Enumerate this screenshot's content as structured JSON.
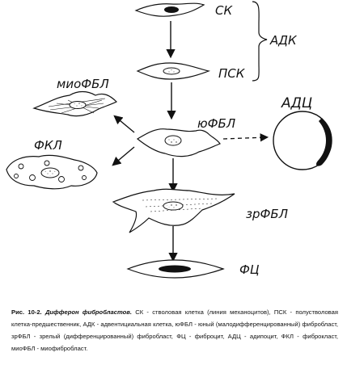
{
  "labels": {
    "sk": "СК",
    "psk": "ПСК",
    "adk": "АДК",
    "mioFBL": "миоФБЛ",
    "yuFBL": "юФБЛ",
    "adc": "АДЦ",
    "fkl": "ФКЛ",
    "zrFBL": "зрФБЛ",
    "fc": "ФЦ"
  },
  "caption": {
    "fig": "Рис. 10-2.",
    "title": "Дифферон фибробластов.",
    "text": "СК - стволовая клетка (линия механоцитов), ПСК - полустволовая клетка-предшественник, АДК - адвентициальная клетка, юФБЛ - юный (малодифференцированный) фибробласт, зрФБЛ - зрелый (дифференцированный) фибробласт, ФЦ - фиброцит, АДЦ - адипоцит, ФКЛ - фиброкласт, миоФБЛ - миофибробласт."
  }
}
